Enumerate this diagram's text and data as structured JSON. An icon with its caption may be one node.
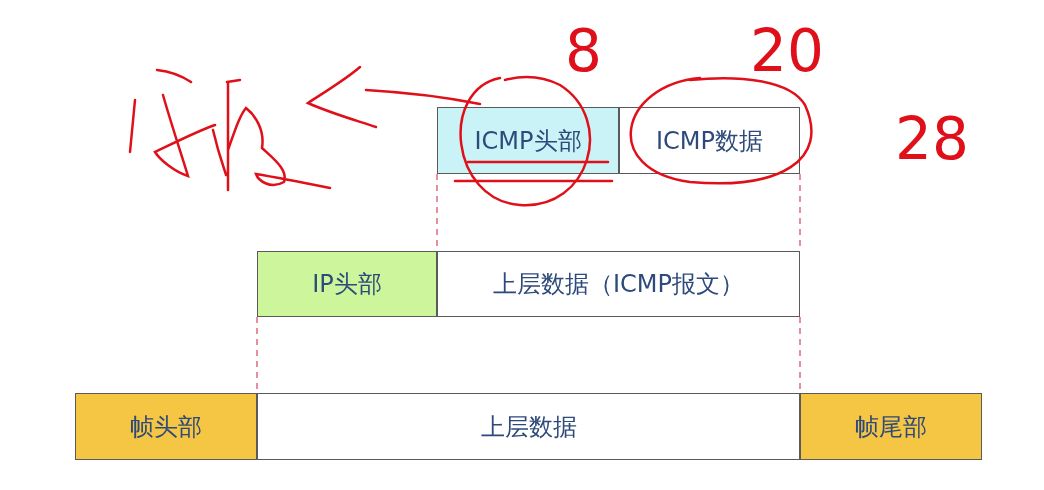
{
  "diagram": {
    "nodes": [
      {
        "text": [
          "ICMP头部"
        ]
      },
      {
        "text": [
          "ICMP数据"
        ]
      },
      {
        "text": [
          "IP头部"
        ]
      },
      {
        "text": [
          "上层数据（ICMP报文）"
        ]
      },
      {
        "text": [
          "帧头部"
        ]
      },
      {
        "text": [
          "上层数据"
        ]
      },
      {
        "text": [
          "帧尾部"
        ]
      }
    ],
    "edges": [
      {
        "from": 0,
        "to": 3,
        "arrow": "none",
        "style": "dashed",
        "color": "#d9536b"
      },
      {
        "from": 1,
        "to": 3,
        "arrow": "none",
        "style": "dashed",
        "color": "#d9536b"
      },
      {
        "from": 2,
        "to": 5,
        "arrow": "none",
        "style": "dashed",
        "color": "#d9536b"
      },
      {
        "from": 3,
        "to": 5,
        "arrow": "none",
        "style": "dashed",
        "color": "#d9536b"
      }
    ],
    "labels": [
      "8",
      "20",
      "28"
    ]
  }
}
